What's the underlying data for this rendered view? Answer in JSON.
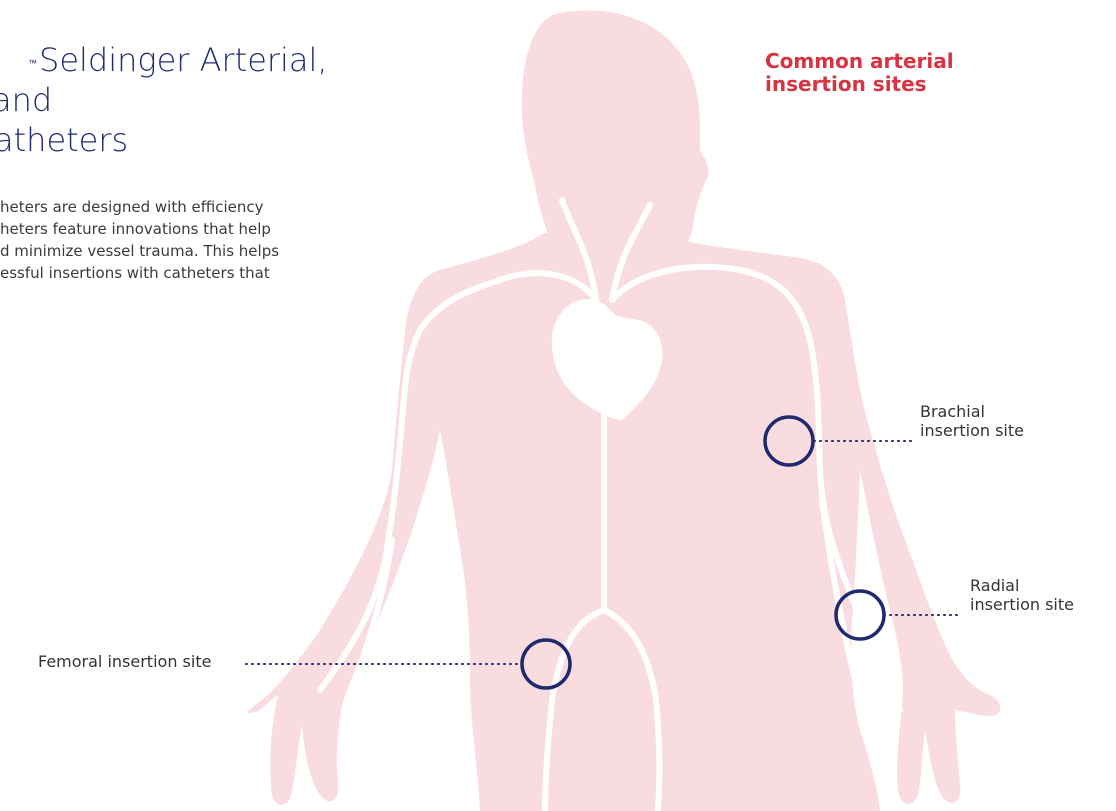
{
  "heading": {
    "trademark": "™",
    "line1": "Seldinger Arterial,",
    "line2": "and",
    "line3": "atheters"
  },
  "intro": {
    "lines": [
      "heters are designed with efficiency",
      "heters feature innovations that help",
      "d minimize vessel trauma. This helps",
      "essful insertions with catheters that"
    ]
  },
  "callout": {
    "line1": "Common arterial",
    "line2": "insertion sites"
  },
  "sites": {
    "brachial": {
      "line1": "Brachial",
      "line2": "insertion site"
    },
    "radial": {
      "line1": "Radial",
      "line2": "insertion site"
    },
    "femoral": {
      "text": "Femoral insertion site"
    }
  },
  "colors": {
    "body_fill": "#f8dce0",
    "vessel": "#ffffff",
    "marker_ring": "#1f2a6e",
    "leader_dots": "#1f2a6e",
    "callout_title": "#d83342",
    "heading": "#1f2a6e",
    "body_text": "#3b3b3b"
  }
}
